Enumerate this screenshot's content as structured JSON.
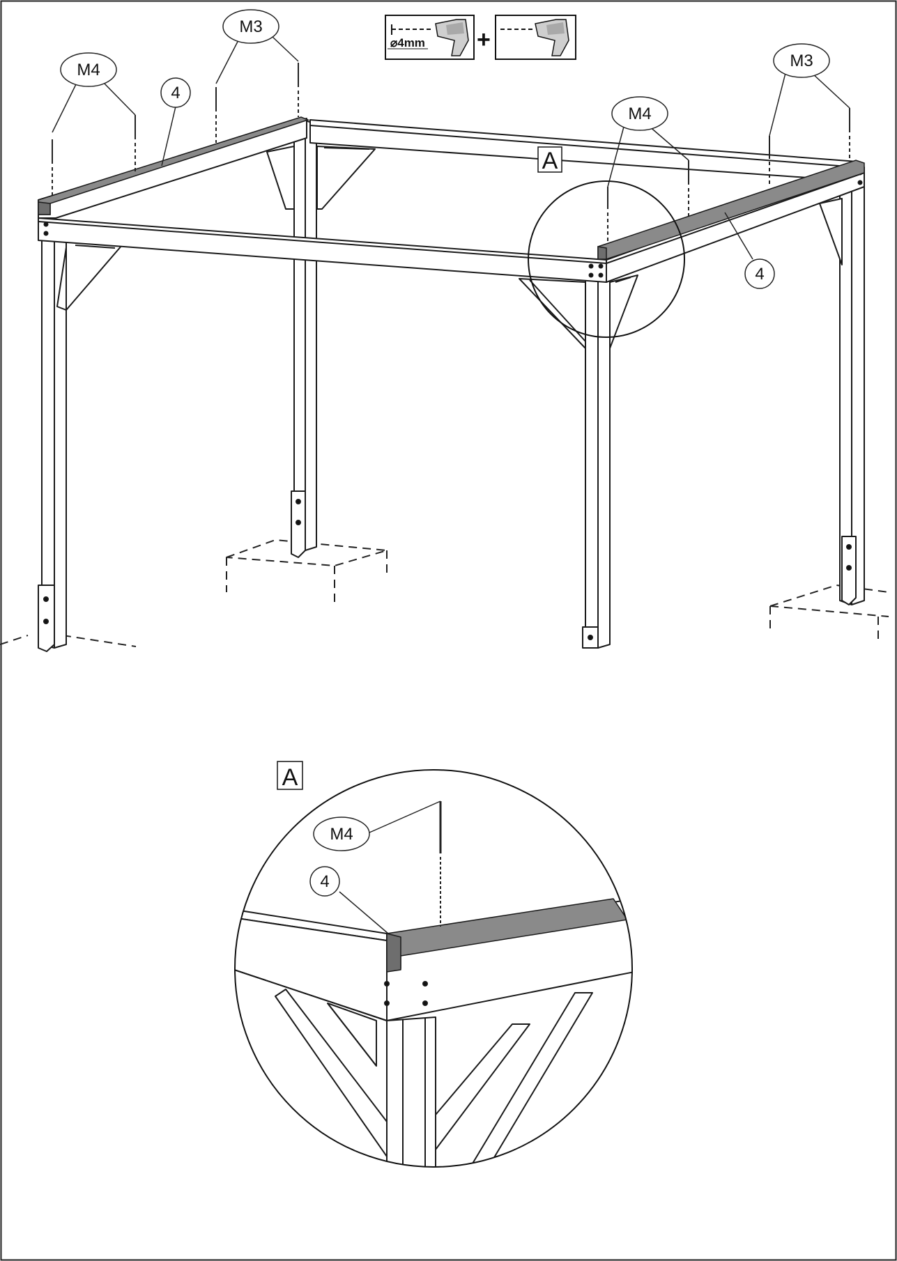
{
  "tools": {
    "drill_label": "⌀4mm",
    "plus": "+",
    "step1_icon": "drill-bit-icon",
    "step2_icon": "screwdriver-icon"
  },
  "callouts": {
    "m3": "M3",
    "m4": "M4",
    "part4": "4"
  },
  "detail": {
    "label": "A"
  },
  "colors": {
    "line": "#1a1a1a",
    "fascia": "#8a8a8a",
    "fascia_dark": "#6e6e6e",
    "tool_bg": "#cfcfcf"
  }
}
